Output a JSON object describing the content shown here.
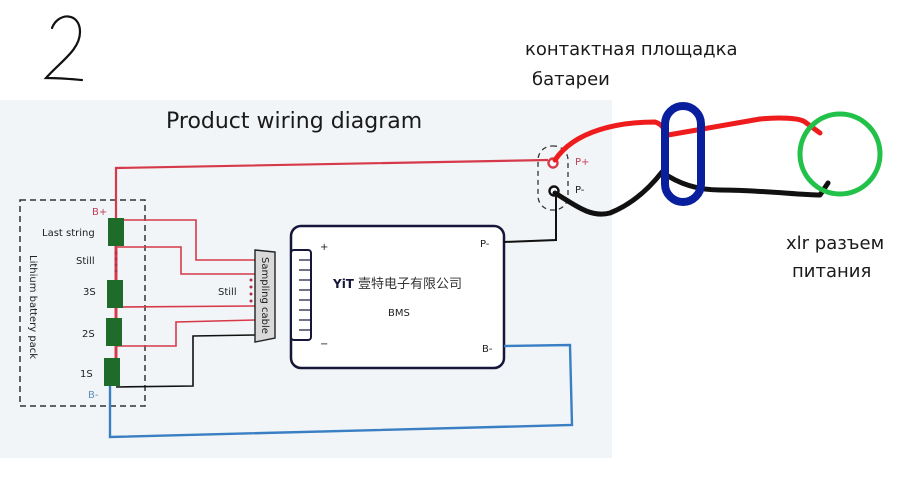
{
  "page_number": "2",
  "diagram": {
    "title": "Product wiring diagram",
    "battery_pack": {
      "label": "Lithium battery pack",
      "b_plus": "B+",
      "b_minus": "B-",
      "cells": [
        {
          "label": "Last string"
        },
        {
          "label": "Still"
        },
        {
          "label": "3S"
        },
        {
          "label": "2S"
        },
        {
          "label": "1S"
        }
      ]
    },
    "sampling_cable": {
      "label": "Sampling cable",
      "still_label": "Still"
    },
    "bms": {
      "brand_logo": "YiT",
      "company": "壹特电子有限公司",
      "name": "BMS",
      "plus": "+",
      "minus": "−",
      "p_minus": "P-",
      "b_minus": "B-"
    },
    "output_terminals": {
      "p_plus": "P+",
      "p_minus": "P-"
    }
  },
  "annotations": {
    "battery_pad_line1": "контактная площадка",
    "battery_pad_line2": "батареи",
    "xlr_line1": "xlr разъем",
    "xlr_line2": "питания"
  },
  "colors": {
    "positive_wire": "#d63a4a",
    "negative_wire": "#111111",
    "bminus_wire": "#3a7fc4",
    "cell_fill": "#1f6b2a",
    "hand_red": "#ee1c1c",
    "hand_blue": "#0a1f9e",
    "hand_green": "#22c24a"
  }
}
